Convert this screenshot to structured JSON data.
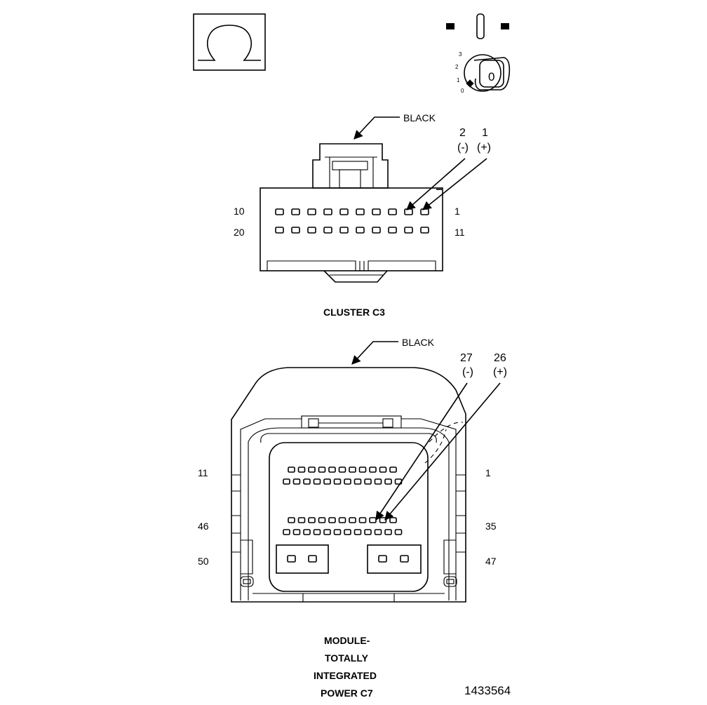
{
  "symbols": {
    "ohm_icon": "ohm-meter-icon",
    "switch_icon": "ignition-switch-off-icon",
    "key_positions": [
      "3",
      "2",
      "1",
      "0"
    ],
    "key_label": "0"
  },
  "cluster_connector": {
    "color_label": "BLACK",
    "title": "CLUSTER C3",
    "left_labels": [
      "10",
      "20"
    ],
    "right_labels": [
      "1",
      "11"
    ],
    "probe_neg": {
      "pin": "2",
      "polarity": "(-)"
    },
    "probe_pos": {
      "pin": "1",
      "polarity": "(+)"
    }
  },
  "tipm_connector": {
    "color_label": "BLACK",
    "title_lines": [
      "MODULE-",
      "TOTALLY",
      "INTEGRATED",
      "POWER C7"
    ],
    "left_labels": [
      "11",
      "46",
      "50"
    ],
    "right_labels": [
      "1",
      "35",
      "47"
    ],
    "probe_neg": {
      "pin": "27",
      "polarity": "(-)"
    },
    "probe_pos": {
      "pin": "26",
      "polarity": "(+)"
    }
  },
  "figure_id": "1433564"
}
